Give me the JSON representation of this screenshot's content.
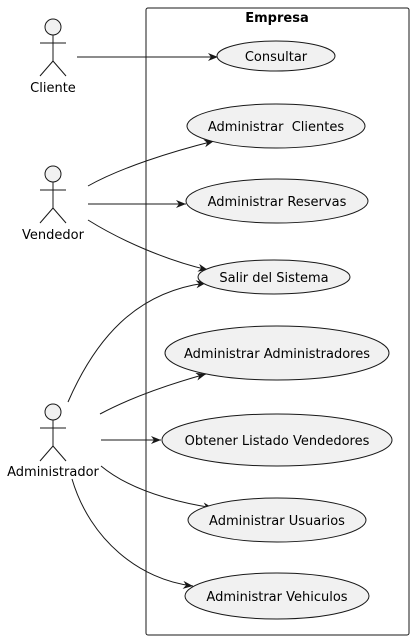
{
  "system": {
    "title": "Empresa"
  },
  "actors": [
    {
      "id": "cliente",
      "label": "Cliente"
    },
    {
      "id": "vendedor",
      "label": "Vendedor"
    },
    {
      "id": "administrador",
      "label": "Administrador"
    }
  ],
  "use_cases": [
    {
      "id": "consultar",
      "label": "Consultar"
    },
    {
      "id": "adm_clientes",
      "label": "Administrar  Clientes"
    },
    {
      "id": "adm_reservas",
      "label": "Administrar Reservas"
    },
    {
      "id": "salir",
      "label": "Salir del Sistema"
    },
    {
      "id": "adm_admins",
      "label": "Administrar Administradores"
    },
    {
      "id": "listado_vend",
      "label": "Obtener Listado Vendedores"
    },
    {
      "id": "adm_usuarios",
      "label": "Administrar Usuarios"
    },
    {
      "id": "adm_vehiculos",
      "label": "Administrar Vehiculos"
    }
  ],
  "associations": [
    {
      "from": "cliente",
      "to": "consultar"
    },
    {
      "from": "vendedor",
      "to": "adm_clientes"
    },
    {
      "from": "vendedor",
      "to": "adm_reservas"
    },
    {
      "from": "vendedor",
      "to": "salir"
    },
    {
      "from": "administrador",
      "to": "salir"
    },
    {
      "from": "administrador",
      "to": "adm_admins"
    },
    {
      "from": "administrador",
      "to": "listado_vend"
    },
    {
      "from": "administrador",
      "to": "adm_usuarios"
    },
    {
      "from": "administrador",
      "to": "adm_vehiculos"
    }
  ],
  "colors": {
    "usecase_fill": "#f1f1f1",
    "stroke": "#181818",
    "background": "#ffffff"
  }
}
